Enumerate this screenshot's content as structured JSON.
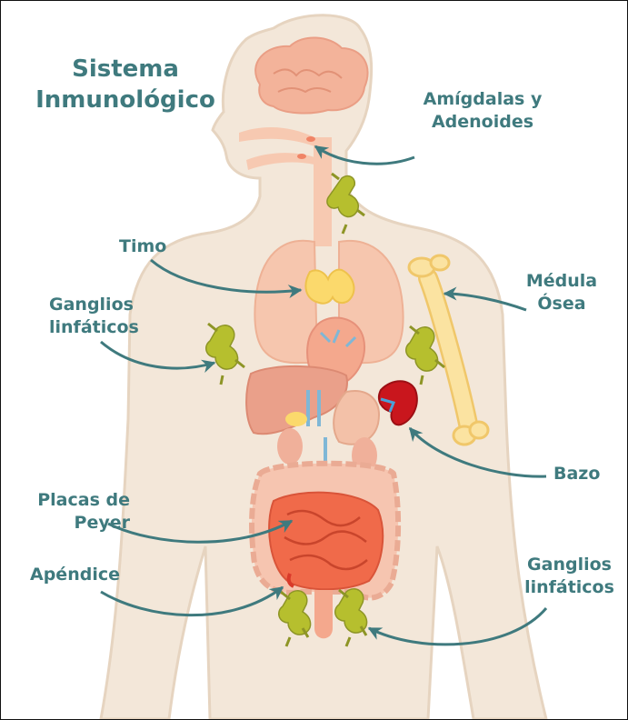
{
  "title": [
    "Sistema",
    "Inmunológico"
  ],
  "labels": {
    "amigdalas": [
      "Amígdalas y",
      "Adenoides"
    ],
    "timo": [
      "Timo"
    ],
    "ganglios_izq": [
      "Ganglios",
      "linfáticos"
    ],
    "medula": [
      "Médula",
      "Ósea"
    ],
    "bazo": [
      "Bazo"
    ],
    "placas": [
      "Placas de",
      "Peyer"
    ],
    "apendice": [
      "Apéndice"
    ],
    "ganglios_der": [
      "Ganglios",
      "linfáticos"
    ]
  },
  "colors": {
    "label_text": "#3f7a7e",
    "arrow": "#3f7a7e",
    "body": "#f3e7d9",
    "body_outline": "#e6d4c0",
    "brain": "#f3b39a",
    "organs": "#f2b79a",
    "lungs": "#f6c6ae",
    "thymus": "#fbd96c",
    "lymph_nodes": "#b6bf2e",
    "spleen": "#c9161d",
    "bone": "#fbe3a1",
    "intestine": "#f06a4a"
  }
}
